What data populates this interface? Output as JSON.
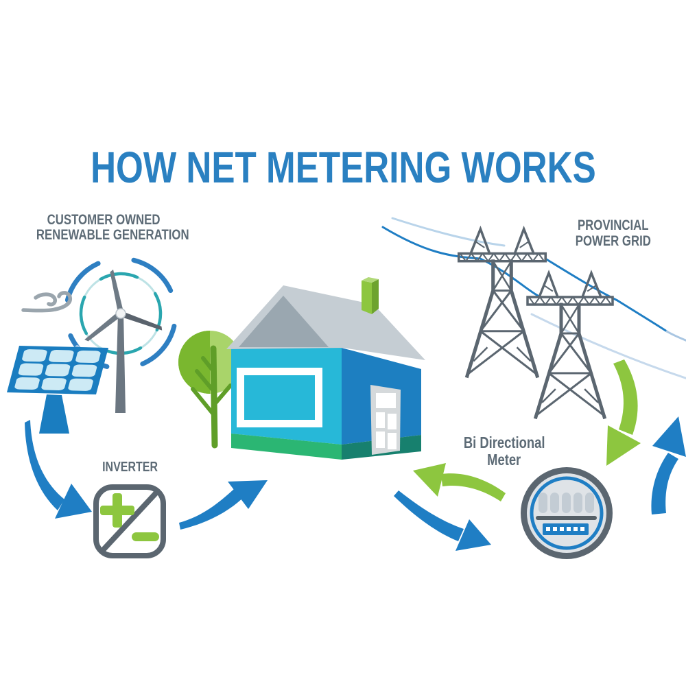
{
  "title": "HOW NET METERING WORKS",
  "labels": {
    "generation": {
      "line1": "CUSTOMER OWNED",
      "line2": "RENEWABLE GENERATION"
    },
    "grid": {
      "line1": "PROVINCIAL",
      "line2": "POWER GRID"
    },
    "inverter": "INVERTER",
    "meter": {
      "line1": "Bi Directional",
      "line2": "Meter"
    }
  },
  "icons": [
    "wind-turbine-icon",
    "wind-swirl-icon",
    "solar-panel-icon",
    "tree-icon",
    "house-icon",
    "transmission-towers-icon",
    "power-lines-icon",
    "inverter-icon",
    "bidirectional-meter-icon"
  ],
  "arrows": [
    {
      "name": "solar-to-inverter",
      "color": "#1f7ec4"
    },
    {
      "name": "inverter-to-house",
      "color": "#1f7ec4"
    },
    {
      "name": "house-to-meter",
      "color": "#1f7ec4"
    },
    {
      "name": "meter-to-house",
      "color": "#8dc63f"
    },
    {
      "name": "grid-to-meter",
      "color": "#8dc63f"
    },
    {
      "name": "meter-to-grid",
      "color": "#1f7ec4"
    }
  ],
  "colors": {
    "title_blue": "#2a80c1",
    "label_gray": "#5d6b76",
    "arrow_blue": "#1f7ec4",
    "arrow_green": "#8dc63f",
    "house_front": "#27b8d8",
    "house_side": "#1d7fc1",
    "house_base_front": "#2bb673",
    "house_base_side": "#17806e",
    "roof_light": "#c5cdd3",
    "roof_gable": "#9aa7b0",
    "chimney_green": "#8dc63f",
    "tree_dark": "#7ab72f",
    "tree_light": "#a9d46a",
    "trunk_green": "#5f9e28",
    "solar_frame_blue": "#1a7dc0",
    "solar_cell_blue": "#cdeaf5",
    "steel_gray": "#5b6670",
    "turbine_arc_teal": "#2aa6af",
    "meter_face": "#dfe3e7"
  }
}
